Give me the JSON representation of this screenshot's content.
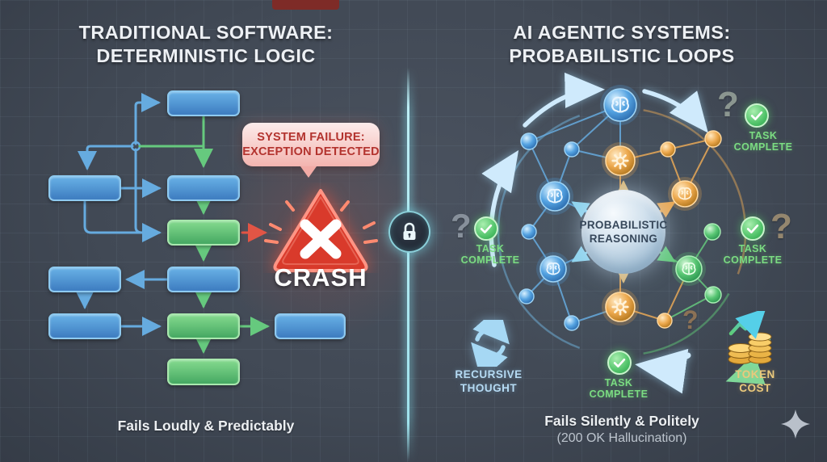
{
  "left": {
    "title_line1": "TRADITIONAL SOFTWARE:",
    "title_line2": "DETERMINISTIC LOGIC",
    "callout_line1": "SYSTEM FAILURE:",
    "callout_line2": "EXCEPTION DETECTED",
    "crash_label": "CRASH",
    "caption": "Fails Loudly & Predictably"
  },
  "right": {
    "title_line1": "AI AGENTIC SYSTEMS:",
    "title_line2": "PROBABILISTIC LOOPS",
    "core_line1": "PROBABILISTIC",
    "core_line2": "REASONING",
    "task_badge_line1": "TASK",
    "task_badge_line2": "COMPLETE",
    "recursive_line1": "RECURSIVE",
    "recursive_line2": "THOUGHT",
    "token_line1": "TOKEN",
    "token_line2": "COST",
    "question_mark": "?",
    "caption_line1": "Fails Silently & Politely",
    "caption_line2": "(200 OK Hallucination)"
  },
  "colors": {
    "background": "#414955",
    "flow_box_blue": "#4f9bd8",
    "flow_box_green": "#5fc878",
    "crash_red": "#d63c2e",
    "callout_pink": "#f5b7b3",
    "divider_cyan": "#9fe2ec",
    "task_green": "#7bdc82",
    "recursive_blue": "#b5daf3",
    "token_gold": "#eac97c",
    "node_blue": "#4f9fe0",
    "node_orange": "#eda94e",
    "node_green": "#5cc877"
  }
}
